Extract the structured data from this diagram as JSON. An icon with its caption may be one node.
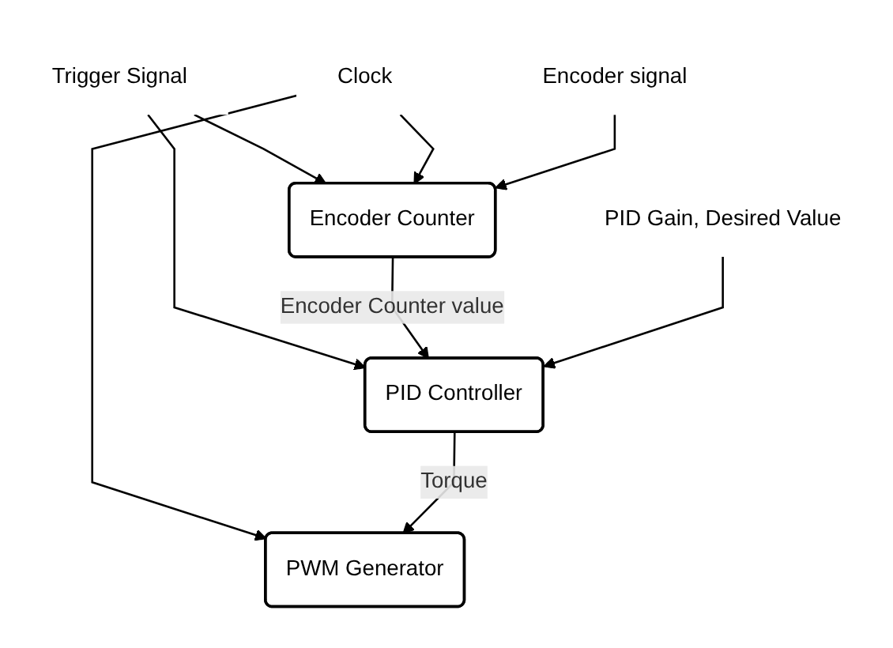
{
  "diagram": {
    "nodes": [
      {
        "text": [
          "Trigger Signal"
        ]
      },
      {
        "text": [
          "Encoder Counter"
        ]
      },
      {
        "text": [
          "Encoder signal"
        ]
      },
      {
        "text": [
          "Clock"
        ]
      },
      {
        "text": [
          "PID Controller"
        ]
      },
      {
        "text": [
          "PID Gain, Desired Value"
        ]
      },
      {
        "text": [
          "PWM Generator"
        ]
      }
    ],
    "edges": [
      {
        "from": 0,
        "to": 1,
        "arrow": "to"
      },
      {
        "from": 0,
        "to": 4,
        "arrow": "to"
      },
      {
        "from": 3,
        "to": 1,
        "arrow": "to"
      },
      {
        "from": 3,
        "to": 6,
        "arrow": "to"
      },
      {
        "from": 2,
        "to": 1,
        "arrow": "to"
      },
      {
        "from": 1,
        "to": 4,
        "label": "Encoder Counter value",
        "arrow": "to"
      },
      {
        "from": 5,
        "to": 4,
        "arrow": "to"
      },
      {
        "from": 4,
        "to": 6,
        "label": "Torque",
        "arrow": "to"
      }
    ]
  }
}
